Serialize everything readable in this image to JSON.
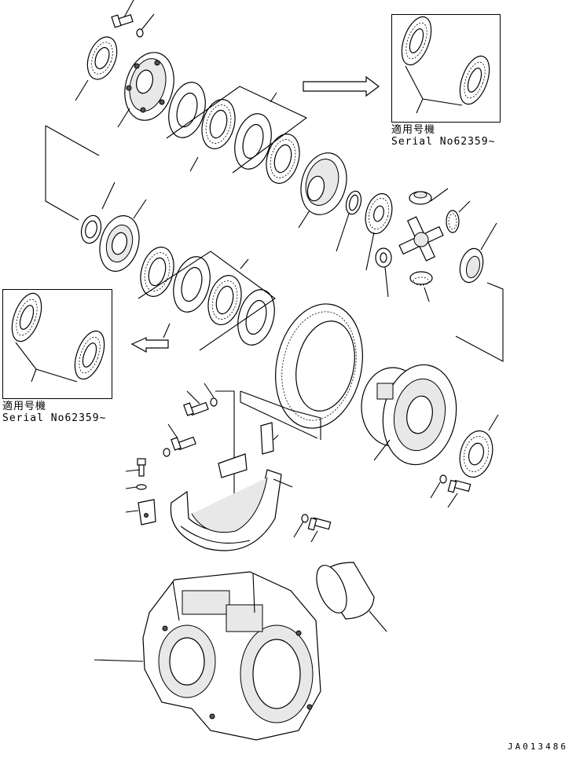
{
  "diagram": {
    "notes": [
      {
        "jp": "適用号機",
        "serial": "Serial No62359~"
      },
      {
        "jp": "適用号機",
        "serial": "Serial No62359~"
      }
    ],
    "drawing_code": "JA013486"
  }
}
